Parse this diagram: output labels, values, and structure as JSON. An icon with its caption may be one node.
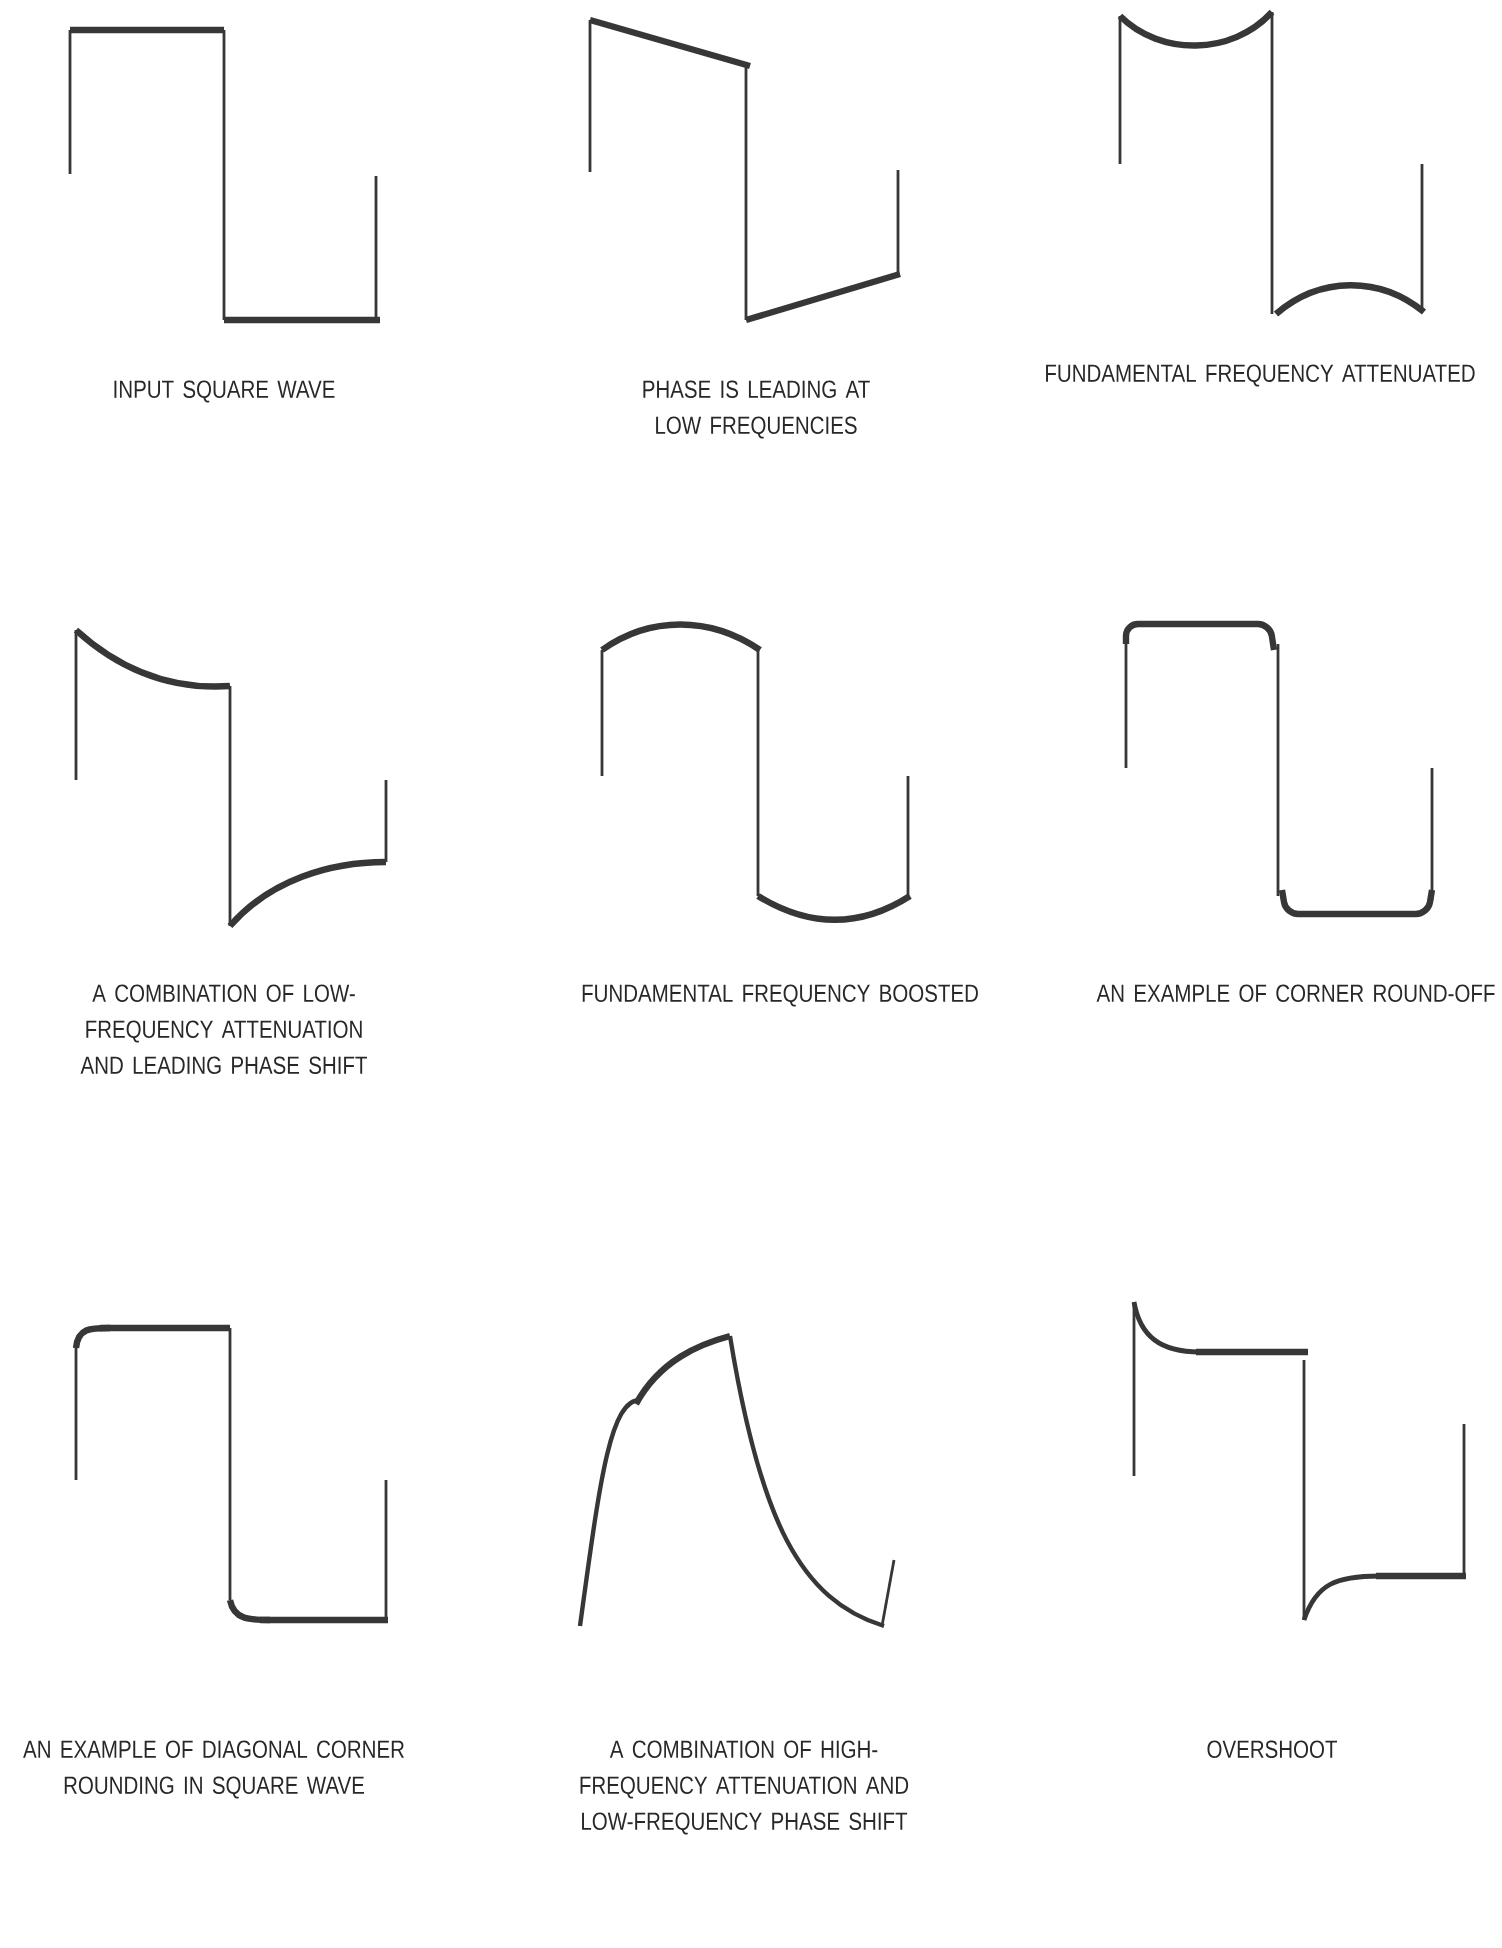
{
  "diagram": {
    "labels": [
      "INPUT SQUARE WAVE",
      "PHASE IS LEADING AT LOW FREQUENCIES",
      "FUNDAMENTAL FREQUENCY ATTENUATED",
      "A COMBINATION OF LOW-FREQUENCY ATTENUATION AND LEADING PHASE SHIFT",
      "FUNDAMENTAL FREQUENCY BOOSTED",
      "AN EXAMPLE OF CORNER ROUND-OFF",
      "AN EXAMPLE OF DIAGONAL CORNER ROUNDING IN SQUARE WAVE",
      "A COMBINATION OF HIGH-FREQUENCY ATTENUATION AND LOW-FREQUENCY PHASE SHIFT",
      "OVERSHOOT"
    ]
  }
}
